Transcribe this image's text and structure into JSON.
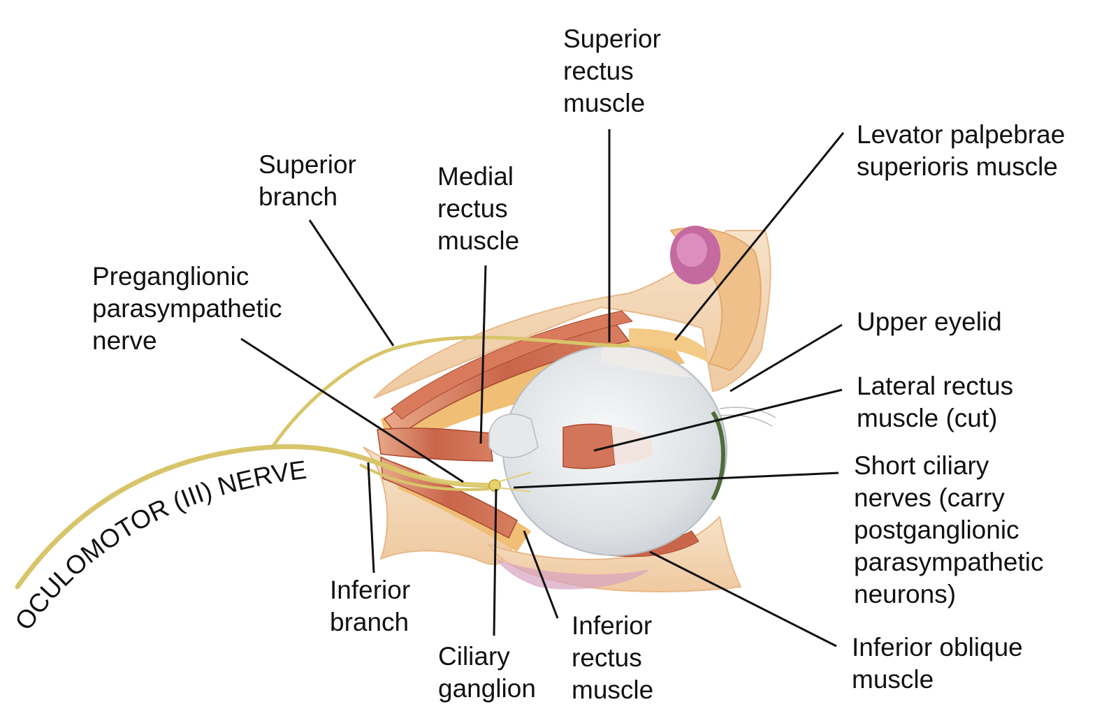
{
  "diagram": {
    "colors": {
      "nerve": "#d8c56a",
      "muscle": "#c86a4c",
      "muscle_light": "#e39a7c",
      "fat": "#f1c27a",
      "bone": "#f3d9ba",
      "eyeball": "#e4e6e8",
      "lacrimal": "#c76fa2",
      "leader": "#111111"
    },
    "nerve_title": "OCULOMOTOR (III) NERVE",
    "labels": {
      "superior_rectus": [
        "Superior",
        "rectus",
        "muscle"
      ],
      "levator": [
        "Levator palpebrae",
        "superioris muscle"
      ],
      "superior_branch": [
        "Superior",
        "branch"
      ],
      "medial_rectus": [
        "Medial",
        "rectus",
        "muscle"
      ],
      "preganglionic": [
        "Preganglionic",
        "parasympathetic",
        "nerve"
      ],
      "upper_eyelid": [
        "Upper eyelid"
      ],
      "lateral_rectus": [
        "Lateral rectus",
        "muscle (cut)"
      ],
      "short_ciliary": [
        "Short ciliary",
        "nerves (carry",
        "postganglionic",
        "parasympathetic",
        "neurons)"
      ],
      "inferior_branch": [
        "Inferior",
        "branch"
      ],
      "ciliary_ganglion": [
        "Ciliary",
        "ganglion"
      ],
      "inferior_rectus": [
        "Inferior",
        "rectus",
        "muscle"
      ],
      "inferior_oblique": [
        "Inferior oblique",
        "muscle"
      ]
    }
  }
}
